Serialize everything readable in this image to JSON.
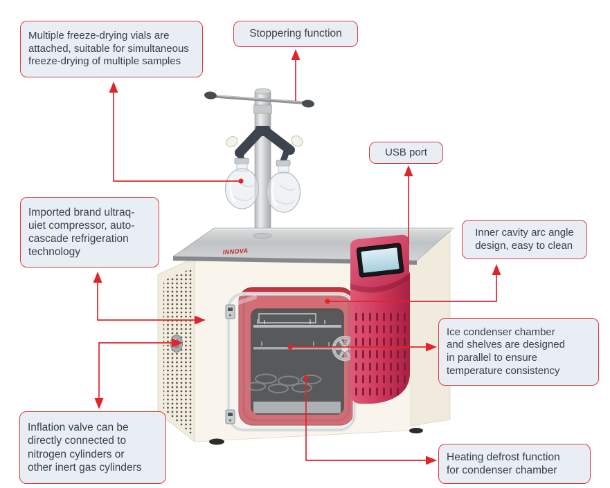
{
  "brand_logo": "INNOVA",
  "callouts": {
    "vials": "Multiple freeze-drying vials are\nattached, suitable for simultaneous\nfreeze-drying of multiple samples",
    "stoppering": "Stoppering function",
    "usb": "USB port",
    "compressor": "Imported brand ultraq-\nuiet compressor, auto-\ncascade refrigeration\ntechnology",
    "inner_cavity": "Inner cavity arc angle\ndesign, easy to clean",
    "ice_condenser": "Ice condenser chamber\nand shelves are designed\nin parallel to ensure\ntemperature consistency",
    "inflation_valve": "Inflation valve can be\ndirectly connected to\nnitrogen cylinders or\nother inert gas cylinders",
    "heating_defrost": "Heating defrost function\nfor condenser chamber"
  },
  "colors": {
    "accent_red": "#e02428",
    "callout_fill": "#e9eef5",
    "callout_border": "#d93a3c",
    "text": "#3b4046",
    "tower_pink": "#cc3558",
    "door_red": "#c43540",
    "steel": "#c9cbcd"
  }
}
